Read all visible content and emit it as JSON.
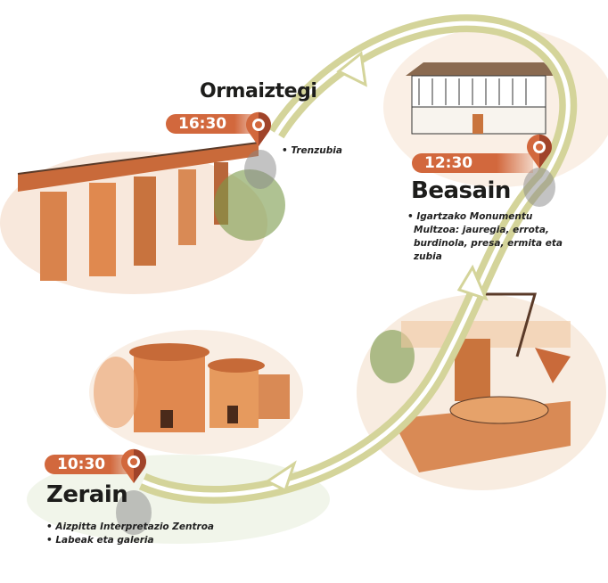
{
  "stops": [
    {
      "time": "16:30",
      "town": "Ormaiztegi",
      "bullets": [
        "• Trenzubia"
      ]
    },
    {
      "time": "12:30",
      "town": "Beasain",
      "bullets": [
        "• Igartzako Monumentu",
        "Multzoa: jauregia, errota,",
        "burdinola, presa, ermita eta",
        "zubia"
      ]
    },
    {
      "time": "10:30",
      "town": "Zerain",
      "bullets": [
        "• Aizpitta Interpretazio Zentroa",
        "• Labeak eta galeria"
      ]
    }
  ],
  "colors": {
    "accent": "#d2683d",
    "route": "#d4d49a",
    "pin_dark": "#a0442a"
  }
}
